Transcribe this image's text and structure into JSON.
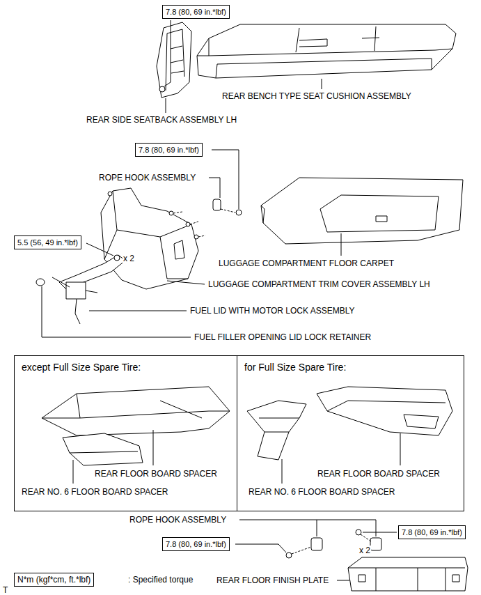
{
  "diagram": {
    "nodes": [
      {
        "text": [
          "7.8 (80, 69 in.*lbf)"
        ]
      },
      {
        "text": [
          "7.8 (80, 69 in.*lbf)"
        ]
      },
      {
        "text": [
          "5.5 (56, 49 in.*lbf)"
        ]
      },
      {
        "text": [
          "except Full Size Spare Tire:",
          "REAR FLOOR BOARD SPACER",
          "REAR NO. 6 FLOOR BOARD SPACER"
        ]
      },
      {
        "text": [
          "for Full Size Spare Tire:",
          "REAR FLOOR BOARD SPACER",
          "REAR NO. 6 FLOOR BOARD SPACER"
        ]
      },
      {
        "text": [
          "7.8 (80, 69 in.*lbf)"
        ]
      },
      {
        "text": [
          "7.8 (80, 69 in.*lbf)"
        ]
      },
      {
        "text": [
          "N*m (kgf*cm, ft.*lbf)"
        ]
      }
    ],
    "labels": [
      "REAR BENCH TYPE SEAT CUSHION ASSEMBLY",
      "REAR SIDE SEATBACK ASSEMBLY LH",
      "ROPE HOOK ASSEMBLY",
      "LUGGAGE COMPARTMENT FLOOR CARPET",
      "x 2",
      "LUGGAGE COMPARTMENT TRIM COVER ASSEMBLY LH",
      "FUEL LID WITH MOTOR LOCK ASSEMBLY",
      "FUEL FILLER OPENING LID LOCK RETAINER",
      "ROPE HOOK ASSEMBLY",
      "x 2",
      "REAR FLOOR FINISH PLATE",
      ": Specified torque",
      "T"
    ]
  }
}
